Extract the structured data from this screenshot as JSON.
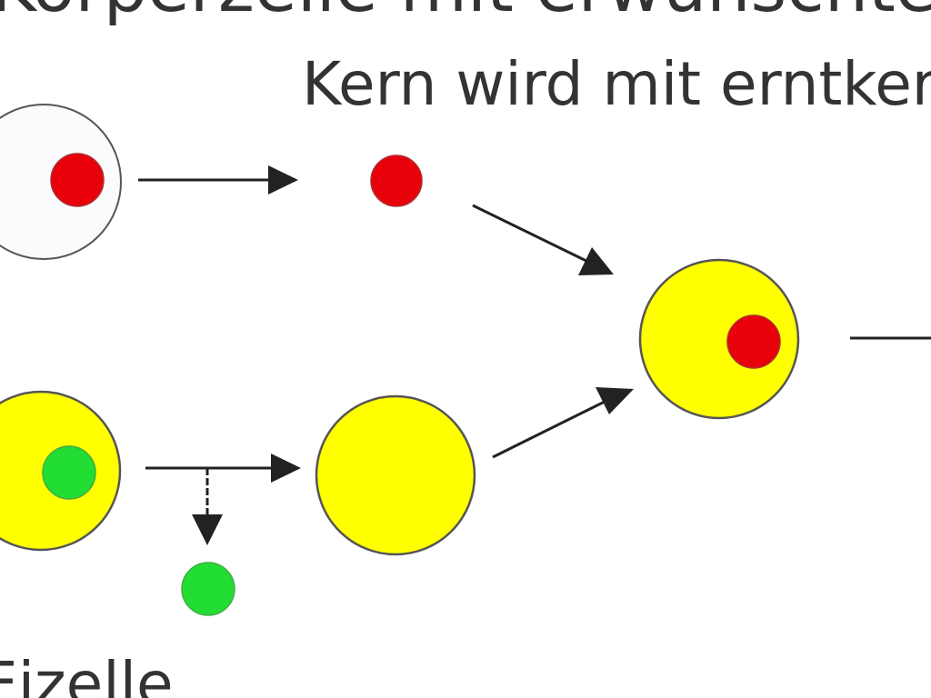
{
  "title_top": "Körperzelle mit erwünschtem Merkmal",
  "caption_nucleus": "Kern wird mit erntkernter",
  "caption_bottom": "Eizelle",
  "colors": {
    "red": "#e8000a",
    "yellow": "#ffff00",
    "green": "#22dd33",
    "outline": "#555555",
    "arrow": "#222222"
  }
}
